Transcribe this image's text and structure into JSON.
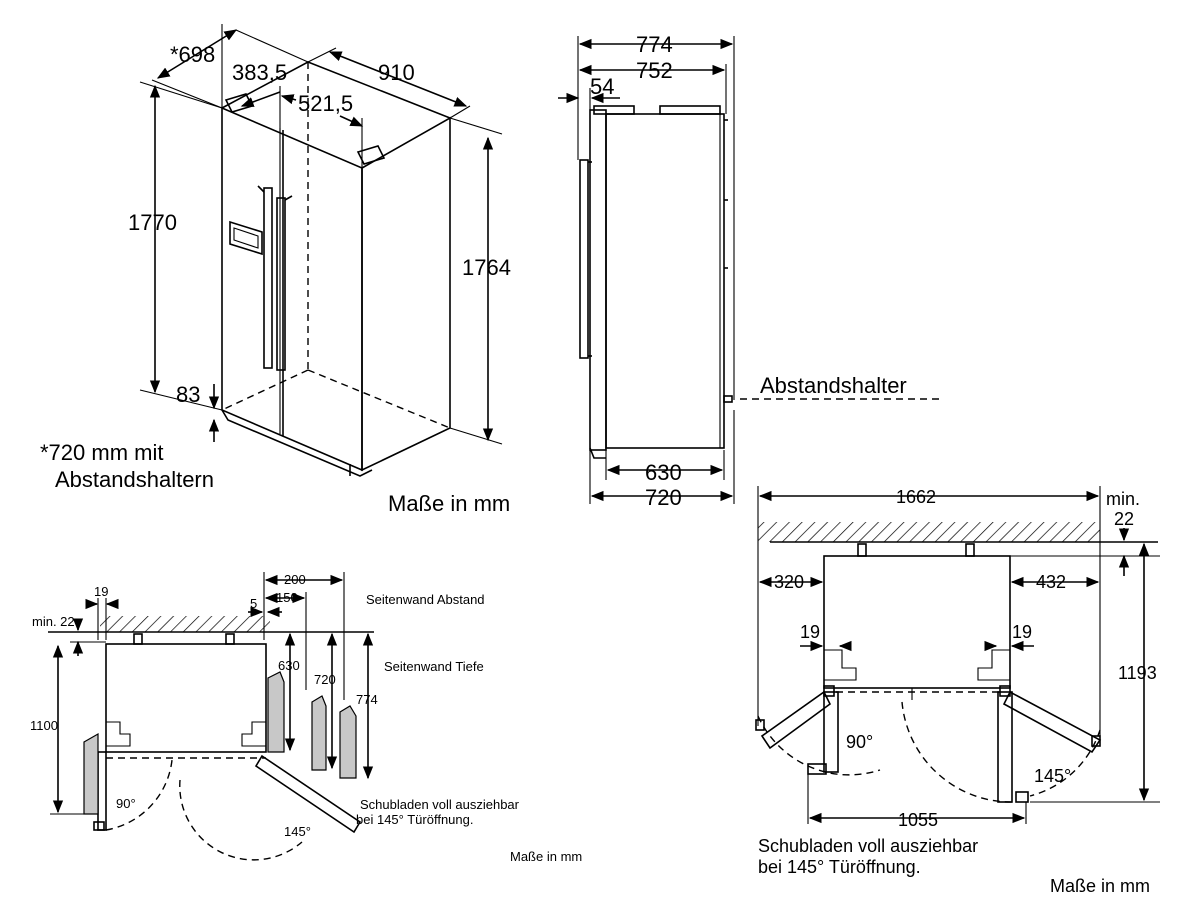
{
  "view_3d": {
    "dim_top_left": "*698",
    "dim_handle_offset": "383,5",
    "dim_width": "910",
    "dim_hinge_offset": "521,5",
    "dim_height_left": "1770",
    "dim_height_right": "1764",
    "dim_foot": "83",
    "note_line1": "*720 mm mit",
    "note_line2": "Abstandshaltern",
    "units": "Maße in mm"
  },
  "view_side": {
    "dim_774": "774",
    "dim_752": "752",
    "dim_54": "54",
    "spacer_label": "Abstandshalter",
    "dim_630": "630",
    "dim_720": "720"
  },
  "view_plan_small": {
    "dim_19": "19",
    "dim_min22": "min. 22",
    "dim_200": "200",
    "dim_150": "150",
    "dim_5": "5",
    "label_side_gap": "Seitenwand Abstand",
    "label_side_depth": "Seitenwand Tiefe",
    "dim_630": "630",
    "dim_720": "720",
    "dim_774": "774",
    "dim_1100": "1100",
    "angle_90": "90°",
    "angle_145": "145°",
    "note_line1": "Schubladen voll ausziehbar",
    "note_line2": "bei 145° Türöffnung.",
    "units": "Maße in mm"
  },
  "view_plan_large": {
    "dim_1662": "1662",
    "dim_min": "min.",
    "dim_22": "22",
    "dim_320": "320",
    "dim_432": "432",
    "dim_19_left": "19",
    "dim_19_right": "19",
    "dim_1193": "1193",
    "angle_90": "90°",
    "angle_145": "145°",
    "dim_1055": "1055",
    "note_line1": "Schubladen voll ausziehbar",
    "note_line2": "bei 145° Türöffnung.",
    "units": "Maße in mm"
  }
}
